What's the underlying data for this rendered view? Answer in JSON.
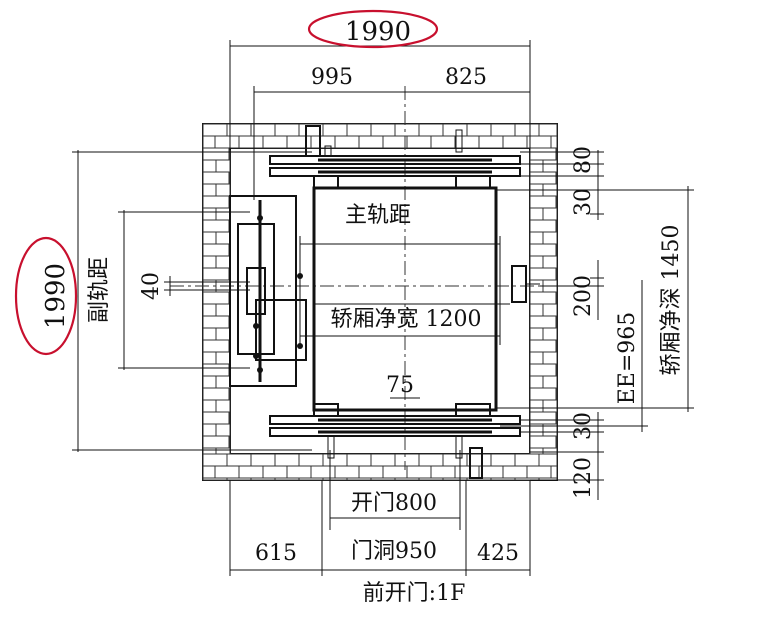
{
  "dims": {
    "top_total": "1990",
    "top_left": "995",
    "top_right": "825",
    "left_total": "1990",
    "left_label": "副轨距",
    "left_small": "40",
    "main_rail": "主轨距",
    "car_width": "轿厢净宽 1200",
    "center_75": "75",
    "right_80": "80",
    "right_30_top": "30",
    "right_200": "200",
    "right_ee": "EE=965",
    "right_depth_label": "轿厢净深 1450",
    "right_30_bot": "30",
    "right_120": "120",
    "door_open": "开门800",
    "door_hole": "门洞950",
    "bottom_left": "615",
    "bottom_right": "425",
    "front_door": "前开门:1F"
  },
  "colors": {
    "line": "#111111",
    "highlight": "#c8102e"
  }
}
